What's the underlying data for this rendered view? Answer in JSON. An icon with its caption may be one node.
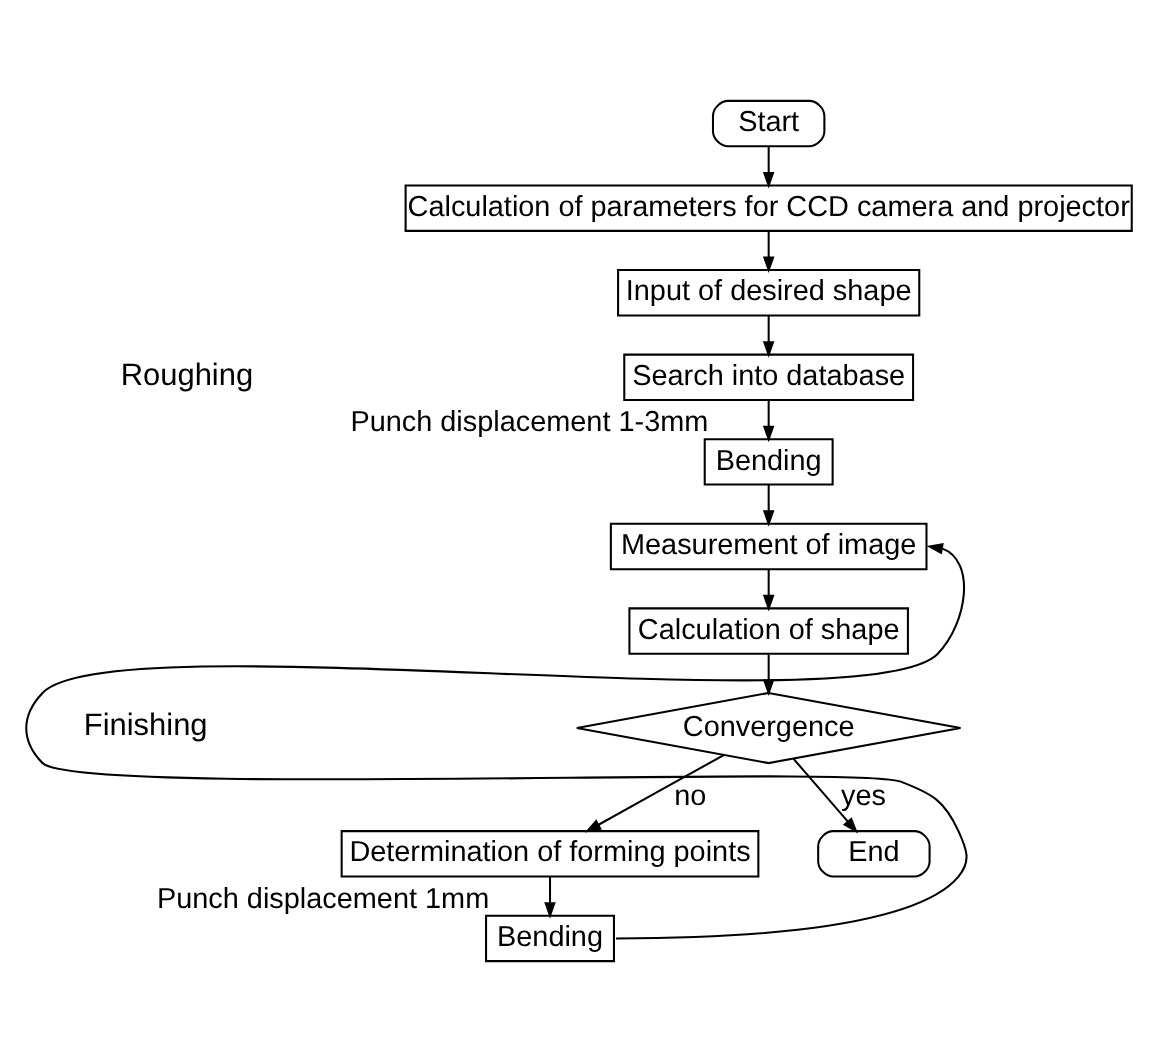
{
  "diagram": {
    "nodes": [
      {
        "text": [
          "Start"
        ]
      },
      {
        "text": [
          "Calculation of parameters for CCD camera and projector"
        ]
      },
      {
        "text": [
          "Input of desired shape"
        ]
      },
      {
        "text": [
          "Search into database"
        ]
      },
      {
        "text": [
          "Bending"
        ],
        "beside": [
          "Punch displacement 1-3mm"
        ]
      },
      {
        "text": [
          "Measurement of image"
        ]
      },
      {
        "text": [
          "Calculation of shape"
        ]
      },
      {
        "text": [
          "Convergence"
        ]
      },
      {
        "text": [
          "Determination of forming points"
        ]
      },
      {
        "text": [
          "Bending"
        ],
        "beside": [
          "Punch displacement 1mm"
        ]
      },
      {
        "text": [
          "End"
        ]
      }
    ],
    "edges": [
      {
        "from": 0,
        "to": 1,
        "arrow": "to"
      },
      {
        "from": 1,
        "to": 2,
        "arrow": "to"
      },
      {
        "from": 2,
        "to": 3,
        "arrow": "to"
      },
      {
        "from": 3,
        "to": 4,
        "arrow": "to"
      },
      {
        "from": 4,
        "to": 5,
        "arrow": "to"
      },
      {
        "from": 5,
        "to": 6,
        "arrow": "to"
      },
      {
        "from": 6,
        "to": 7,
        "arrow": "to"
      },
      {
        "from": 7,
        "to": 10,
        "label": "yes",
        "arrow": "to"
      },
      {
        "from": 7,
        "to": 8,
        "label": "no",
        "arrow": "to"
      },
      {
        "from": 8,
        "to": 9,
        "arrow": "to"
      },
      {
        "from": 9,
        "to": 5,
        "arrow": "to"
      }
    ],
    "labels": [
      "Roughing",
      "Finishing"
    ]
  }
}
